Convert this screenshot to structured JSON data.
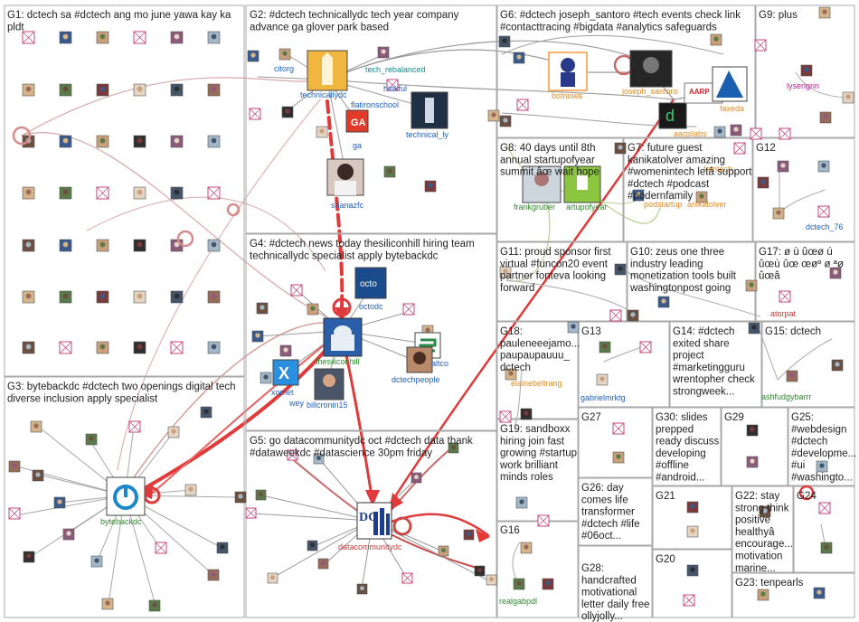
{
  "colors": {
    "edge_gray": "#b9b9b9",
    "edge_red": "#e03a3a",
    "edge_pink": "#d79a9a",
    "edge_green": "#b5cf8a",
    "label_blue": "#1f5fbf",
    "label_green": "#2e8b2e",
    "label_red": "#c43a3a",
    "label_orange": "#e08a1e",
    "label_magenta": "#b21d8f",
    "label_teal": "#138a8a"
  },
  "groups": [
    {
      "id": "G1",
      "title": "G1: dctech sa #dctech ang mo june yawa kay ka pldt"
    },
    {
      "id": "G2",
      "title": "G2: #dctech technicallydc tech year company advance ga glover park based"
    },
    {
      "id": "G3",
      "title": "G3: bytebackdc #dctech two openings digital tech diverse inclusion apply specialist"
    },
    {
      "id": "G4",
      "title": "G4: #dctech news today thesiliconhill hiring team technicallydc specialist apply bytebackdc"
    },
    {
      "id": "G5",
      "title": "G5: go datacommunitydc oct #dctech data thank #dataweekdc #datascience 30pm friday"
    },
    {
      "id": "G6",
      "title": "G6: #dctech joseph_santoro #tech events check link #contacttracing #bigdata #analytics safeguards"
    },
    {
      "id": "G7",
      "title": "G7: future guest kanikatolver amazing #womenintech letâ support #dctech #podcast #podernfamily"
    },
    {
      "id": "G8",
      "title": "G8: 40 days until 8th annual startupofyear summit âœ wait hope"
    },
    {
      "id": "G9",
      "title": "G9: plus"
    },
    {
      "id": "G10",
      "title": "G10: zeus one three industry leading monetization tools built washingtonpost going"
    },
    {
      "id": "G11",
      "title": "G11: proud sponsor first virtual #funcon20 event partner fonteva looking forward"
    },
    {
      "id": "G12",
      "title": "G12"
    },
    {
      "id": "G13",
      "title": "G13"
    },
    {
      "id": "G14",
      "title": "G14: #dctech exited share project #marketingguru wrentopher check strongweek..."
    },
    {
      "id": "G15",
      "title": "G15: dctech"
    },
    {
      "id": "G16",
      "title": "G16"
    },
    {
      "id": "G17",
      "title": "G17: ø ù ûœø ú ûœù ûœ œøº ø ªø ûœâ"
    },
    {
      "id": "G18",
      "title": "G18: pauleneeejamo... paupaupauuu_ dctech"
    },
    {
      "id": "G19",
      "title": "G19: sandboxx hiring join fast growing #startup work brilliant minds roles"
    },
    {
      "id": "G20",
      "title": "G20"
    },
    {
      "id": "G21",
      "title": "G21"
    },
    {
      "id": "G22",
      "title": "G22: stay strong think positive healthyâ encourage... motivation marine..."
    },
    {
      "id": "G23",
      "title": "G23: tenpearls"
    },
    {
      "id": "G24",
      "title": "G24"
    },
    {
      "id": "G25",
      "title": "G25: #webdesign #dctech #developme... #ui #washingto..."
    },
    {
      "id": "G26",
      "title": "G26: day comes life transformer #dctech #life #06oct..."
    },
    {
      "id": "G27",
      "title": "G27"
    },
    {
      "id": "G28",
      "title": "G28: handcrafted motivational letter daily free ollyjolly..."
    },
    {
      "id": "G29",
      "title": "G29"
    },
    {
      "id": "G30",
      "title": "G30: slides prepped ready discuss developing #offline #android..."
    }
  ],
  "labels": {
    "technicallydc": "technicallydc",
    "citorg": "citorg",
    "tech_rebalanced": "tech_rebalanced",
    "hinkful": "hinkful",
    "flatironschool": "flatironschool",
    "technical_ly": "technical_ly",
    "ga": "ga",
    "shanazfc": "shanazfc",
    "botnowa": "botnowa",
    "joseph_santoro": "joseph_santoro",
    "aarpilabs": "aarpilabs",
    "faxeda": "faxeda",
    "lysengrin": "lysengrin",
    "frankgruber": "frankgruber",
    "startupofyear": "artupofyear",
    "podstartup": "podstartup",
    "kanikatolver": "anikatolver",
    "femtech": "femtech_",
    "dctech_76": "dctech_76",
    "thesiliconhill": "thesiliconhill",
    "octodc": "octodc",
    "xometry": "xomet",
    "weyr": "wey",
    "billcronin15": "billcronin15",
    "daltco": "altco",
    "dctechpeople": "dctechpeople",
    "bytebackdc": "bytebackdc",
    "datacommunitydc": "datacommunitydc",
    "elainebeltrang": "elainebeltrang",
    "gabrielmrktg": "gabrielmrktg",
    "ashfudgybarrr": "ashfudgybarrr",
    "atorpat": "atorpat",
    "realgabpdl": "realgabpdl",
    "octo_logo_text": "octo",
    "dc2_logo_text": "DC"
  }
}
